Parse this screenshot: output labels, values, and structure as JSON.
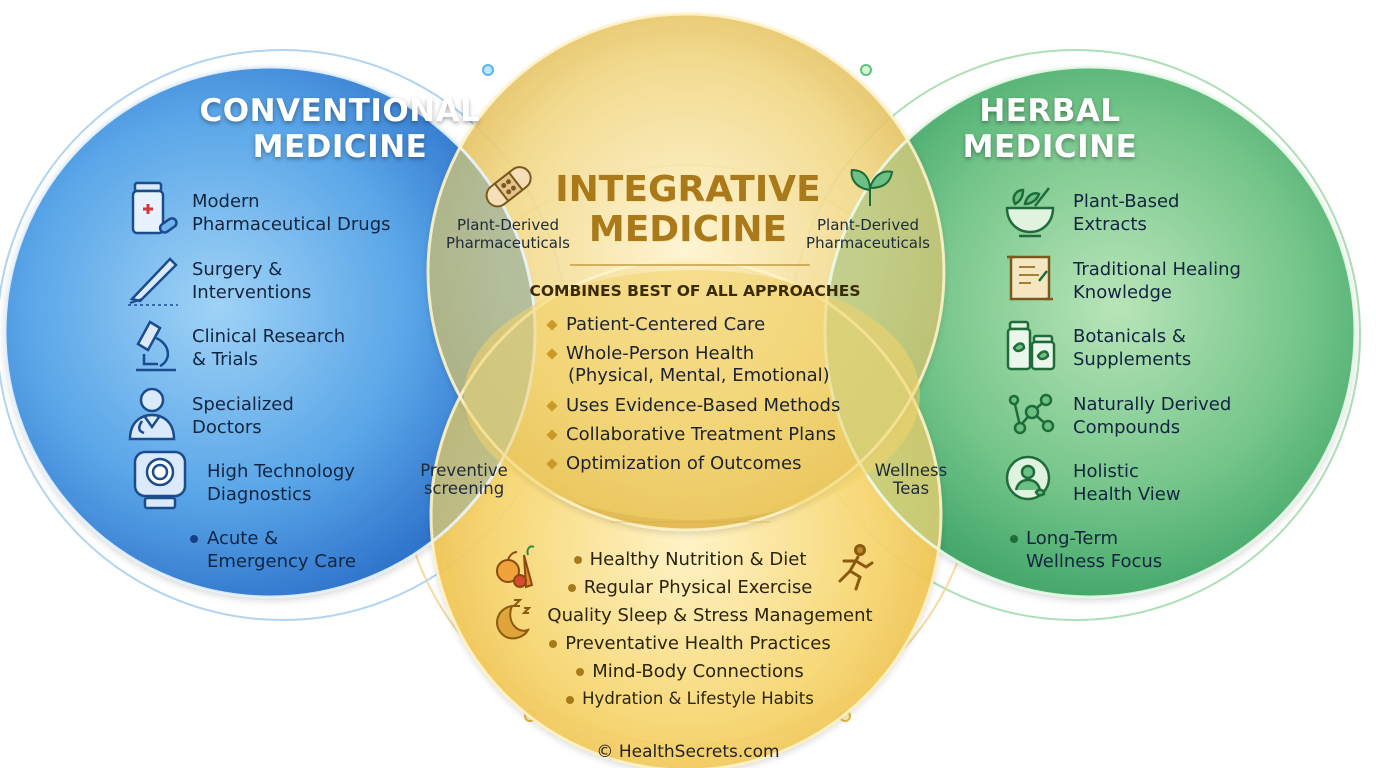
{
  "conventional": {
    "title_line1": "CONVENTIONAL",
    "title_line2": "MEDICINE",
    "items": [
      {
        "line1": "Modern",
        "line2": "Pharmaceutical Drugs",
        "icon": "medicine-bottle-icon"
      },
      {
        "line1": "Surgery &",
        "line2": "Interventions",
        "icon": "scalpel-icon"
      },
      {
        "line1": "Clinical Research",
        "line2": "& Trials",
        "icon": "microscope-icon"
      },
      {
        "line1": "Specialized",
        "line2": "Doctors",
        "icon": "doctor-icon"
      },
      {
        "line1": "High Technology",
        "line2": "Diagnostics",
        "icon": "mri-scanner-icon"
      },
      {
        "line1": "Acute &",
        "line2": "Emergency Care",
        "icon": "bullet"
      }
    ]
  },
  "herbal": {
    "title_line1": "HERBAL",
    "title_line2": "MEDICINE",
    "items": [
      {
        "line1": "Plant-Based",
        "line2": "Extracts",
        "icon": "mortar-pestle-icon"
      },
      {
        "line1": "Traditional Healing",
        "line2": "Knowledge",
        "icon": "scroll-icon"
      },
      {
        "line1": "Botanicals &",
        "line2": "Supplements",
        "icon": "supplement-bottles-icon"
      },
      {
        "line1": "Naturally Derived",
        "line2": "Compounds",
        "icon": "molecule-icon"
      },
      {
        "line1": "Holistic",
        "line2": "Health View",
        "icon": "holistic-person-icon"
      },
      {
        "line1": "Long-Term",
        "line2": "Wellness Focus",
        "icon": "bullet"
      }
    ]
  },
  "integrative": {
    "title_line1": "INTEGRATIVE",
    "title_line2": "MEDICINE",
    "subtitle": "COMBINES BEST OF ALL APPROACHES",
    "items": [
      {
        "line1": "Patient-Centered Care"
      },
      {
        "line1": "Whole-Person Health",
        "line2": "(Physical, Mental, Emotional)"
      },
      {
        "line1": "Uses Evidence-Based Methods"
      },
      {
        "line1": "Collaborative Treatment Plans"
      },
      {
        "line1": "Optimization of Outcomes"
      }
    ]
  },
  "overlaps": {
    "left_top_line1": "Plant-Derived",
    "left_top_line2": "Pharmaceuticals",
    "right_top_line1": "Plant-Derived",
    "right_top_line2": "Pharmaceuticals",
    "left_bottom_line1": "Preventive",
    "left_bottom_line2": "screening",
    "right_bottom_line1": "Wellness",
    "right_bottom_line2": "Teas"
  },
  "lifestyle": {
    "items": [
      "Healthy Nutrition & Diet",
      "Regular Physical Exercise",
      "Quality Sleep & Stress Management",
      "Preventative Health Practices",
      "Mind-Body Connections",
      "Hydration & Lifestyle Habits"
    ]
  },
  "credit": "© HealthSecrets.com",
  "colors": {
    "conventional": "#2f7fd6",
    "herbal": "#3faa62",
    "integrative": "#e8c556",
    "lifestyle": "#f2cc52",
    "title_gold": "#a9791a",
    "text_dark": "#132440"
  }
}
